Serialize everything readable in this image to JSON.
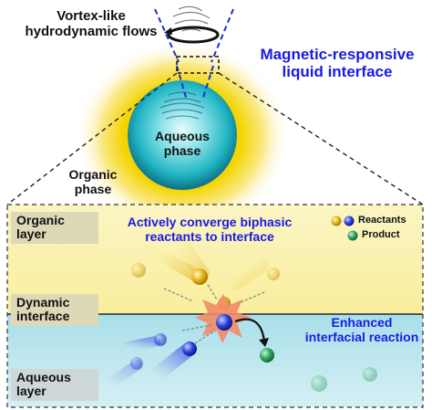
{
  "labels": {
    "vortex": "Vortex-like\nhydrodynamic flows",
    "interface_title": "Magnetic-responsive\nliquid interface",
    "aqueous_phase": "Aqueous\nphase",
    "organic_phase": "Organic\nphase",
    "organic_layer": "Organic\nlayer",
    "dynamic_interface": "Dynamic\ninterface",
    "aqueous_layer": "Aqueous\nlayer",
    "converge": "Actively converge biphasic\nreactants to interface",
    "enhanced": "Enhanced\ninterfacial reaction"
  },
  "legend": {
    "reactants": "Reactants",
    "product": "Product"
  },
  "colors": {
    "organic_bg": "#fbf3b4",
    "aqueous_bg": "#bfe6ef",
    "droplet": "#2ec6cf",
    "glow": "#f7d000",
    "reactant": "#e6b722",
    "product": "#2a9e5a",
    "blue_particle": "#2a3fe0",
    "explosion": "#f08a6a",
    "label_blue": "#1a1ae6"
  }
}
